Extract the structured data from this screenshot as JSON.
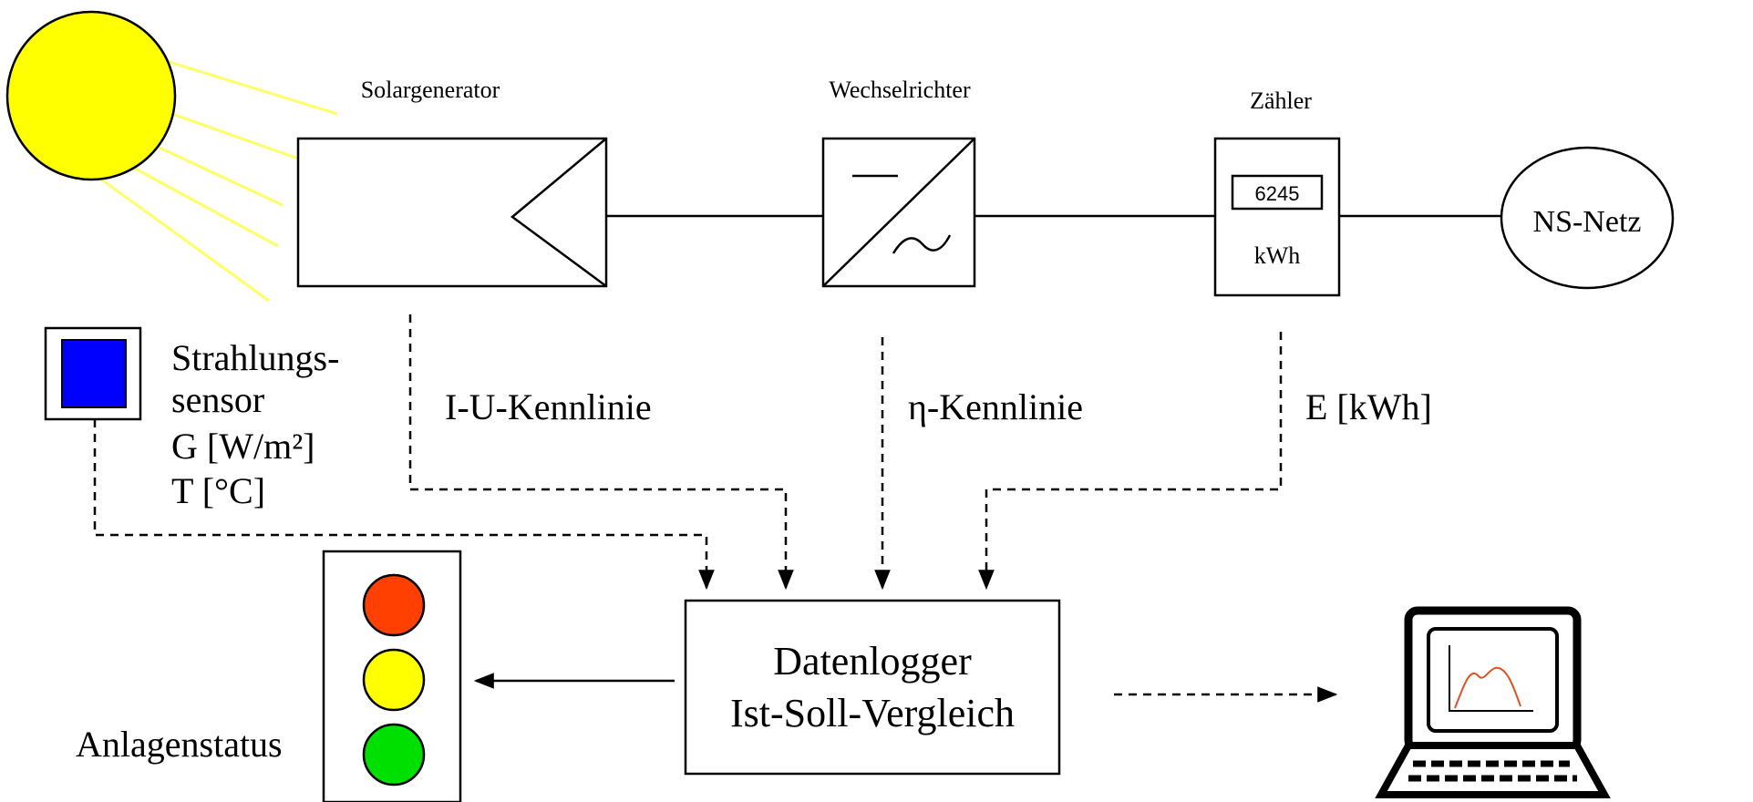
{
  "labels": {
    "solargenerator": "Solargenerator",
    "wechselrichter": "Wechselrichter",
    "zaehler": "Zähler",
    "meter_reading": "6245",
    "meter_unit": "kWh",
    "ns_netz": "NS-Netz",
    "sensor_line1": "Strahlungs-",
    "sensor_line2": "sensor",
    "sensor_line3": "G  [W/m²]",
    "sensor_line4": "T  [°C]",
    "iu_kennlinie": "I-U-Kennlinie",
    "eta_kennlinie": "η-Kennlinie",
    "energy": "E [kWh]",
    "datenlogger_line1": "Datenlogger",
    "datenlogger_line2": "Ist-Soll-Vergleich",
    "anlagenstatus": "Anlagenstatus"
  },
  "colors": {
    "sun": "#ffff00",
    "sun_rays": "#ffff66",
    "sensor": "#0000ff",
    "light_red": "#ff4000",
    "light_yellow": "#ffff00",
    "light_green": "#00e000",
    "screen_curve": "#e05020"
  },
  "icons": {
    "sun": "sun-icon",
    "sensor": "radiation-sensor-icon",
    "traffic_light": "traffic-light-icon",
    "computer": "laptop-icon"
  }
}
